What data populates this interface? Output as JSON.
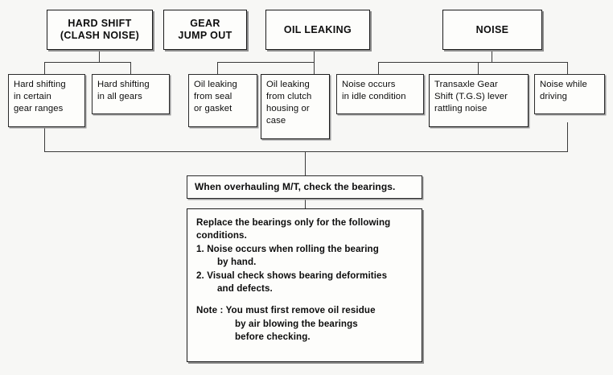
{
  "diagram": {
    "title": "Manual Transaxle Troubleshooting Bearing Check Flow",
    "colors": {
      "background": "#f7f7f5",
      "box_fill": "#fdfdfb",
      "border": "#1a1a1a",
      "line": "#3a3a3a",
      "shadow": "#8e8e8e"
    },
    "headers": [
      {
        "id": "hard-shift",
        "line1": "HARD SHIFT",
        "line2": "(CLASH NOISE)"
      },
      {
        "id": "gear-jump-out",
        "line1": "GEAR",
        "line2": "JUMP OUT"
      },
      {
        "id": "oil-leaking",
        "line1": "OIL LEAKING",
        "line2": ""
      },
      {
        "id": "noise",
        "line1": "NOISE",
        "line2": ""
      }
    ],
    "symptoms": [
      {
        "id": "hard-shifting-certain-gear-ranges",
        "parent": "hard-shift",
        "text": "Hard shifting\nin certain\ngear ranges"
      },
      {
        "id": "hard-shifting-all-gears",
        "parent": "hard-shift",
        "text": "Hard shifting\nin all gears"
      },
      {
        "id": "oil-leaking-seal-gasket",
        "parent": "oil-leaking",
        "text": "Oil leaking\nfrom seal\nor gasket"
      },
      {
        "id": "oil-leaking-clutch-housing",
        "parent": "oil-leaking",
        "text": "Oil leaking\nfrom clutch\nhousing or\ncase"
      },
      {
        "id": "noise-idle-condition",
        "parent": "noise",
        "text": "Noise occurs\nin idle condition"
      },
      {
        "id": "tgs-lever-rattling-noise",
        "parent": "noise",
        "text": "Transaxle Gear\nShift (T.G.S) lever\nrattling noise"
      },
      {
        "id": "noise-while-driving",
        "parent": "noise",
        "text": "Noise while\ndriving"
      }
    ],
    "instruction": {
      "id": "check-bearings",
      "text": "When overhauling M/T, check the bearings."
    },
    "note_panel": {
      "id": "bearing-replacement-note",
      "lead_line1": "Replace the bearings only for the following",
      "lead_line2": "conditions.",
      "conditions": [
        {
          "number": "1.",
          "line1": "Noise occurs when rolling the bearing",
          "line2": "by hand."
        },
        {
          "number": "2.",
          "line1": "Visual check shows bearing deformities",
          "line2": "and defects."
        }
      ],
      "note_label": "Note :",
      "note_line1": "You must first remove oil residue",
      "note_line2": "by air blowing the bearings",
      "note_line3": "before checking."
    }
  }
}
